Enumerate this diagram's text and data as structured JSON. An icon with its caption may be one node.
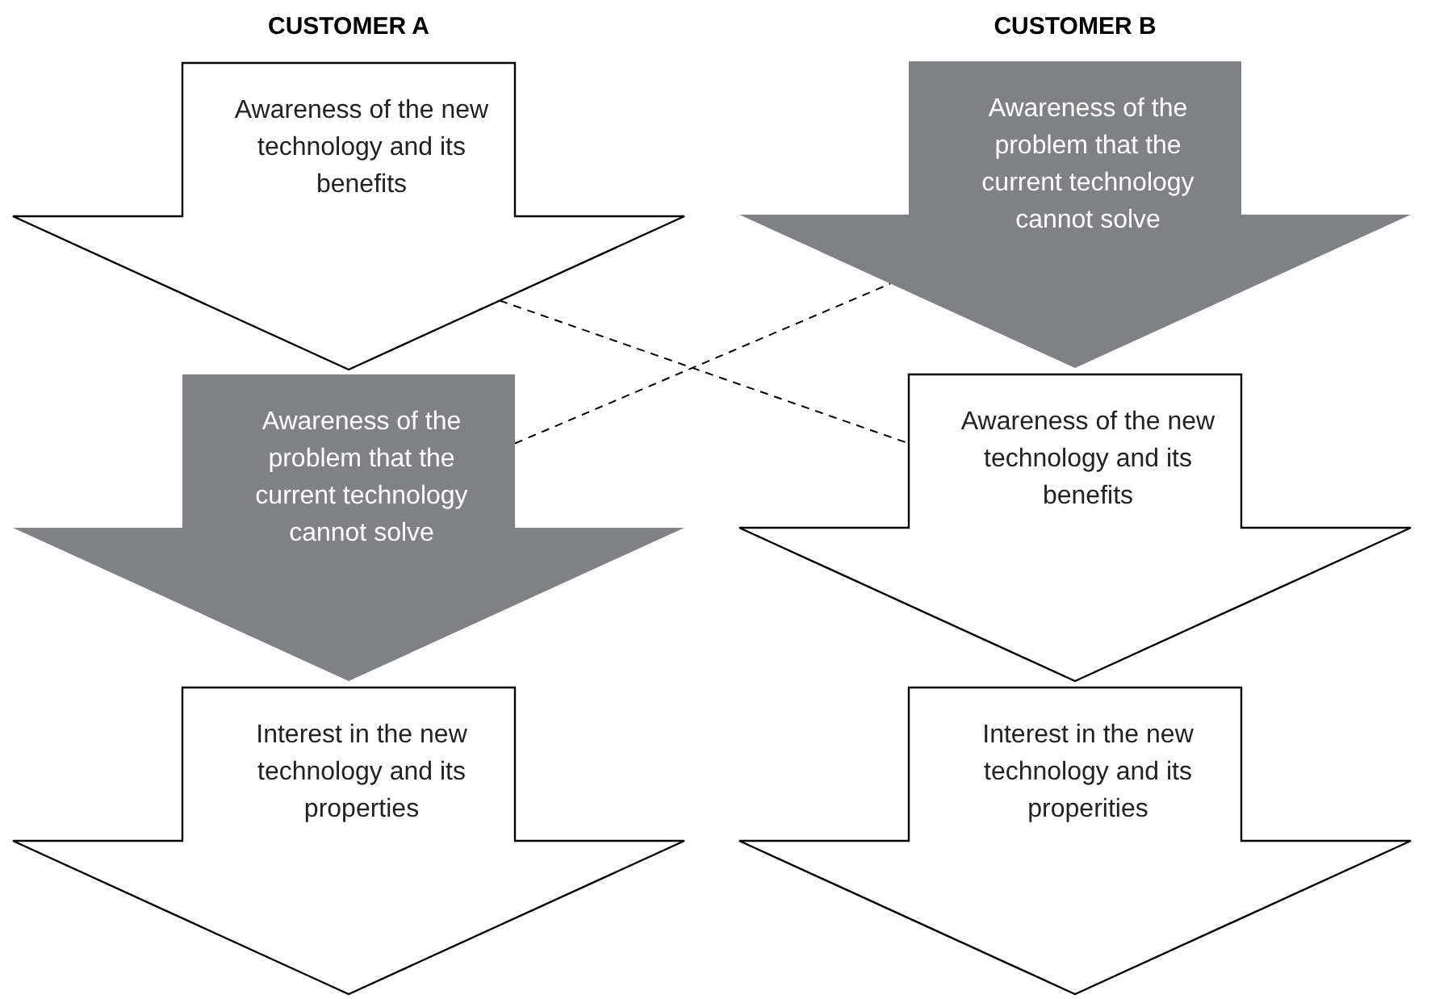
{
  "diagram": {
    "nodes": [
      {
        "text": [
          "Awareness of the new technology and its benefits"
        ]
      },
      {
        "text": [
          "Awareness of the problem that the current technology cannot solve"
        ]
      },
      {
        "text": [
          "Awareness of the problem that the current technology cannot solve"
        ]
      },
      {
        "text": [
          "Awareness of the new technology and its benefits"
        ]
      },
      {
        "text": [
          "Interest in the new technology and its properties"
        ]
      },
      {
        "text": [
          "Interest in the new technology and its properities"
        ]
      }
    ],
    "edges": [
      {
        "from": 0,
        "to": 3,
        "arrow": "none",
        "style": "dashed"
      },
      {
        "from": 2,
        "to": 1,
        "arrow": "none",
        "style": "dashed"
      }
    ],
    "labels": [
      "CUSTOMER A",
      "CUSTOMER B"
    ]
  }
}
